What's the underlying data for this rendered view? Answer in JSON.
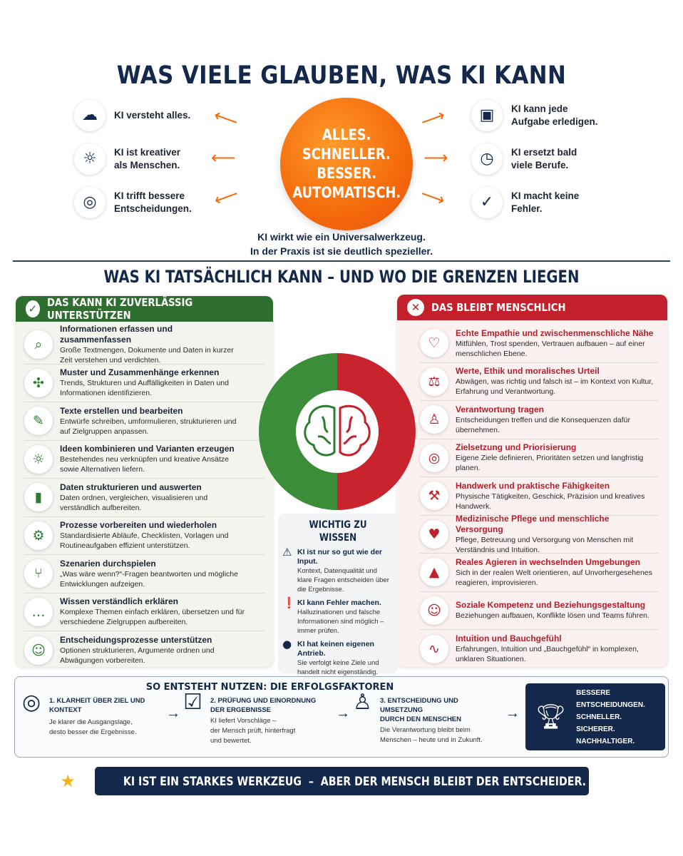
{
  "top": {
    "title": "WAS VIELE GLAUBEN, WAS KI KANN",
    "bubble": [
      "ALLES.",
      "SCHNELLER.",
      "BESSER.",
      "AUTOMATISCH."
    ],
    "left": [
      {
        "icon": "brain-icon",
        "glyph": "☁",
        "lines": [
          "KI versteht alles."
        ]
      },
      {
        "icon": "lightbulb-icon",
        "glyph": "☼",
        "lines": [
          "KI ist kreativer",
          "als Menschen."
        ]
      },
      {
        "icon": "target-icon",
        "glyph": "◎",
        "lines": [
          "KI trifft bessere",
          "Entscheidungen."
        ]
      }
    ],
    "right": [
      {
        "icon": "briefcase-icon",
        "glyph": "▣",
        "lines": [
          "KI kann jede",
          "Aufgabe erledigen."
        ]
      },
      {
        "icon": "clock-icon",
        "glyph": "◷",
        "lines": [
          "KI ersetzt bald",
          "viele Berufe."
        ]
      },
      {
        "icon": "shield-icon",
        "glyph": "✓",
        "lines": [
          "KI macht keine",
          "Fehler."
        ]
      }
    ],
    "subtitle": [
      "KI wirkt wie ein Universalwerkzeug.",
      "In der Praxis ist sie deutlich spezieller."
    ]
  },
  "section2": {
    "title": "WAS KI TATSÄCHLICH KANN – UND WO DIE GRENZEN LIEGEN"
  },
  "green": {
    "header": "DAS KANN KI ZUVERLÄSSIG UNTERSTÜTZEN",
    "color": "#2e7d32",
    "items": [
      {
        "icon": "search-icon",
        "glyph": "⌕",
        "title": "Informationen erfassen und zusammenfassen",
        "desc": "Große Textmengen, Dokumente und Daten in kurzer Zeit verstehen und verdichten."
      },
      {
        "icon": "network-icon",
        "glyph": "✣",
        "title": "Muster und Zusammenhänge erkennen",
        "desc": "Trends, Strukturen und Auffälligkeiten in Daten und Informationen identifizieren."
      },
      {
        "icon": "pencil-icon",
        "glyph": "✎",
        "title": "Texte erstellen und bearbeiten",
        "desc": "Entwürfe schreiben, umformulieren, strukturieren und auf Zielgruppen anpassen."
      },
      {
        "icon": "lightbulb-icon",
        "glyph": "☼",
        "title": "Ideen kombinieren und Varianten erzeugen",
        "desc": "Bestehendes neu verknüpfen und kreative Ansätze sowie Alternativen liefern."
      },
      {
        "icon": "bar-chart-icon",
        "glyph": "▮",
        "title": "Daten strukturieren und auswerten",
        "desc": "Daten ordnen, vergleichen, visualisieren und verständlich aufbereiten."
      },
      {
        "icon": "gear-icon",
        "glyph": "⚙",
        "title": "Prozesse vorbereiten und wiederholen",
        "desc": "Standardisierte Abläufe, Checklisten, Vorlagen und Routineaufgaben effizient unterstützen."
      },
      {
        "icon": "branch-icon",
        "glyph": "⑂",
        "title": "Szenarien durchspielen",
        "desc": "„Was wäre wenn?“-Fragen beantworten und mögliche Entwicklungen aufzeigen."
      },
      {
        "icon": "chat-icon",
        "glyph": "…",
        "title": "Wissen verständlich erklären",
        "desc": "Komplexe Themen einfach erklären, übersetzen und für verschiedene Zielgruppen aufbereiten."
      },
      {
        "icon": "group-icon",
        "glyph": "☺",
        "title": "Entscheidungsprozesse unterstützen",
        "desc": "Optionen strukturieren, Argumente ordnen und Abwägungen vorbereiten."
      }
    ]
  },
  "red": {
    "header": "DAS BLEIBT MENSCHLICH",
    "color": "#c3202b",
    "items": [
      {
        "icon": "heart-icon",
        "glyph": "♡",
        "title": "Echte Empathie und zwischenmenschliche Nähe",
        "desc": "Mitfühlen, Trost spenden, Vertrauen aufbauen – auf einer menschlichen Ebene."
      },
      {
        "icon": "scales-icon",
        "glyph": "⚖",
        "title": "Werte, Ethik und moralisches Urteil",
        "desc": "Abwägen, was richtig und falsch ist – im Kontext von Kultur, Erfahrung und Verantwortung."
      },
      {
        "icon": "person-badge-icon",
        "glyph": "♙",
        "title": "Verantwortung tragen",
        "desc": "Entscheidungen treffen und die Konsequenzen dafür übernehmen."
      },
      {
        "icon": "target-icon",
        "glyph": "◎",
        "title": "Zielsetzung und Priorisierung",
        "desc": "Eigene Ziele definieren, Prioritäten setzen und langfristig planen."
      },
      {
        "icon": "tools-icon",
        "glyph": "⚒",
        "title": "Handwerk und praktische Fähigkeiten",
        "desc": "Physische Tätigkeiten, Geschick, Präzision und kreatives Handwerk."
      },
      {
        "icon": "caring-hands-icon",
        "glyph": "♥",
        "title": "Medizinische Pflege und menschliche Versorgung",
        "desc": "Pflege, Betreuung und Versorgung von Menschen mit Verständnis und Intuition."
      },
      {
        "icon": "landscape-icon",
        "glyph": "▲",
        "title": "Reales Agieren in wechselnden Umgebungen",
        "desc": "Sich in der realen Welt orientieren, auf Unvorhergesehenes reagieren, improvisieren."
      },
      {
        "icon": "group-icon",
        "glyph": "☺",
        "title": "Soziale Kompetenz und Beziehungsgestaltung",
        "desc": "Beziehungen aufbauen, Konflikte lösen und Teams führen."
      },
      {
        "icon": "heartbeat-icon",
        "glyph": "∿",
        "title": "Intuition und Bauchgefühl",
        "desc": "Erfahrungen, Intuition und „Bauchgefühl“ in komplexen, unklaren Situationen."
      }
    ]
  },
  "wichtig": {
    "title": "WICHTIG ZU WISSEN",
    "items": [
      {
        "icon": "warning-icon",
        "glyph": "⚠",
        "title": "KI ist nur so gut wie der Input.",
        "desc": "Kontext, Datenqualität und klare Fragen entscheiden über die Ergebnisse."
      },
      {
        "icon": "exclamation-icon",
        "glyph": "❗",
        "title": "KI kann Fehler machen.",
        "desc": "Halluzinationen und falsche Informationen sind möglich – immer prüfen."
      },
      {
        "icon": "person-icon",
        "glyph": "●",
        "title": "KI hat keinen eigenen Antrieb.",
        "desc": "Sie verfolgt keine Ziele und handelt nicht eigenständig."
      }
    ]
  },
  "factors": {
    "title": "SO ENTSTEHT NUTZEN: DIE ERFOLGSFAKTOREN",
    "steps": [
      {
        "title1": "1. KLARHEIT ÜBER ZIEL UND KONTEXT",
        "title2": "",
        "desc": [
          "Je klarer die Ausgangslage,",
          "desto besser die Ergebnisse."
        ]
      },
      {
        "title1": "2. PRÜFUNG UND EINORDNUNG",
        "title2": "DER ERGEBNISSE",
        "desc": [
          "KI liefert Vorschläge –",
          "der Mensch prüft, hinterfragt",
          "und bewertet."
        ]
      },
      {
        "title1": "3. ENTSCHEIDUNG UND UMSETZUNG",
        "title2": "DURCH DEN MENSCHEN",
        "desc": [
          "Die Verantwortung bleibt beim",
          "Menschen – heute und in Zukunft."
        ]
      }
    ],
    "result": [
      "BESSERE ENTSCHEIDUNGEN.",
      "SCHNELLER.",
      "SICHERER.",
      "NACHHALTIGER."
    ]
  },
  "banner": "KI IST EIN STARKES WERKZEUG  –  ABER DER MENSCH BLEIBT DER ENTSCHEIDER."
}
